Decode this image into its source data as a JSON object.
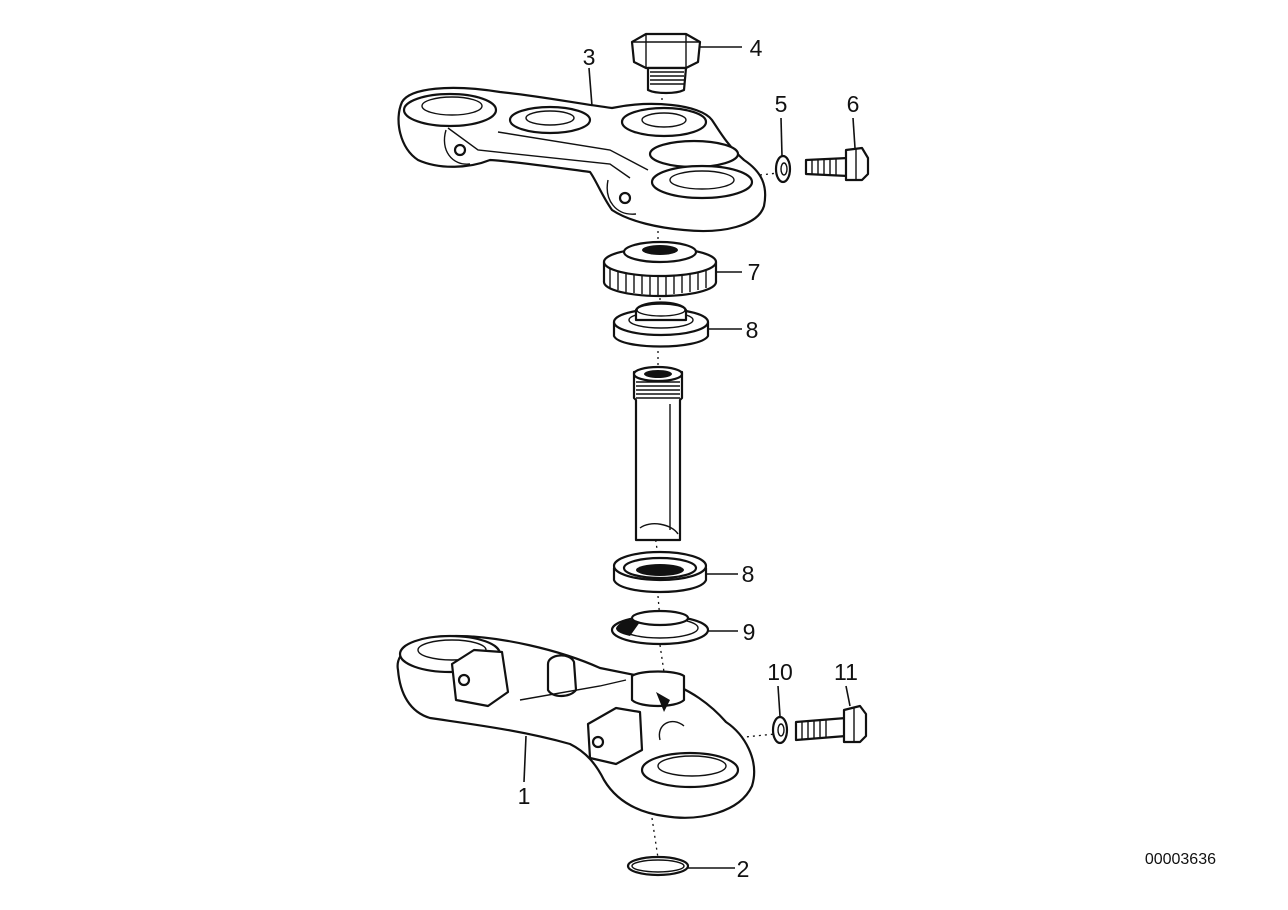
{
  "diagram": {
    "callouts": [
      "1",
      "2",
      "3",
      "4",
      "5",
      "6",
      "7",
      "8",
      "8",
      "9",
      "10",
      "11"
    ],
    "reference_number": "00003636"
  }
}
